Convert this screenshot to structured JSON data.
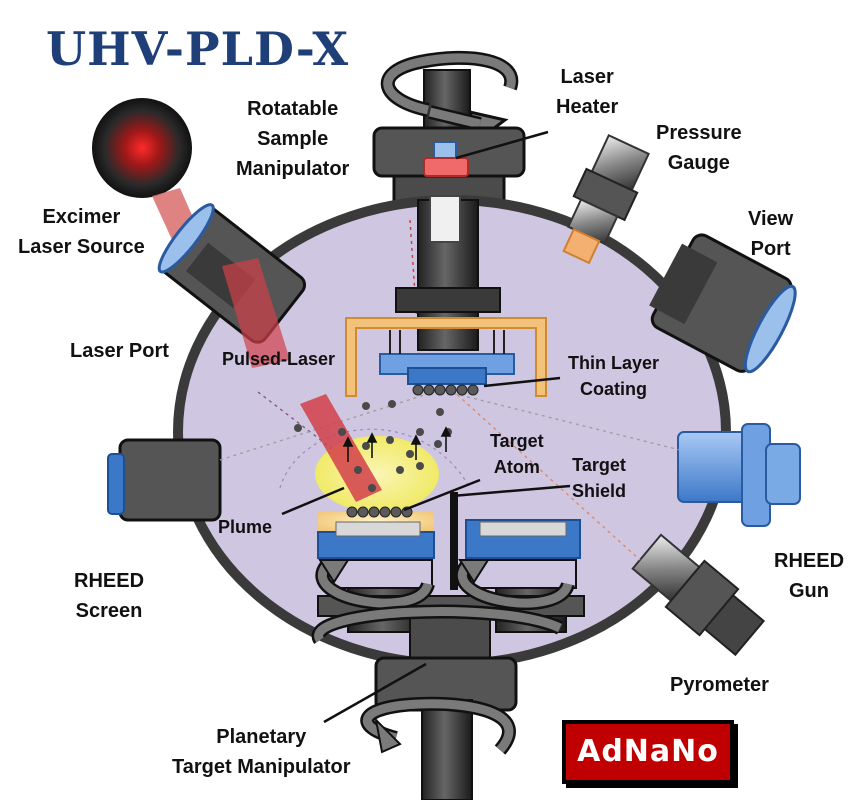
{
  "title": "UHV-PLD-X",
  "labels": {
    "excimer": [
      "Excimer",
      "Laser Source"
    ],
    "manipulator": [
      "Rotatable",
      "Sample",
      "Manipulator"
    ],
    "laser_heater": [
      "Laser",
      "Heater"
    ],
    "pressure_gauge": [
      "Pressure",
      "Gauge"
    ],
    "view_port": [
      "View",
      "Port"
    ],
    "laser_port": "Laser Port",
    "pulsed_laser": "Pulsed-Laser",
    "thin_layer": [
      "Thin Layer",
      "Coating"
    ],
    "target_atom": [
      "Target",
      "Atom"
    ],
    "target_shield": [
      "Target",
      "Shield"
    ],
    "plume": "Plume",
    "rheed_screen": [
      "RHEED",
      "Screen"
    ],
    "rheed_gun": [
      "RHEED",
      "Gun"
    ],
    "pyrometer": "Pyrometer",
    "planetary": [
      "Planetary",
      "Target Manipulator"
    ]
  },
  "logo": "AdNaNo",
  "colors": {
    "title": "#1f3f78",
    "chamber": "#cfc6e2",
    "logo_bg": "#c00000",
    "laser_beam": "#d2404a"
  }
}
